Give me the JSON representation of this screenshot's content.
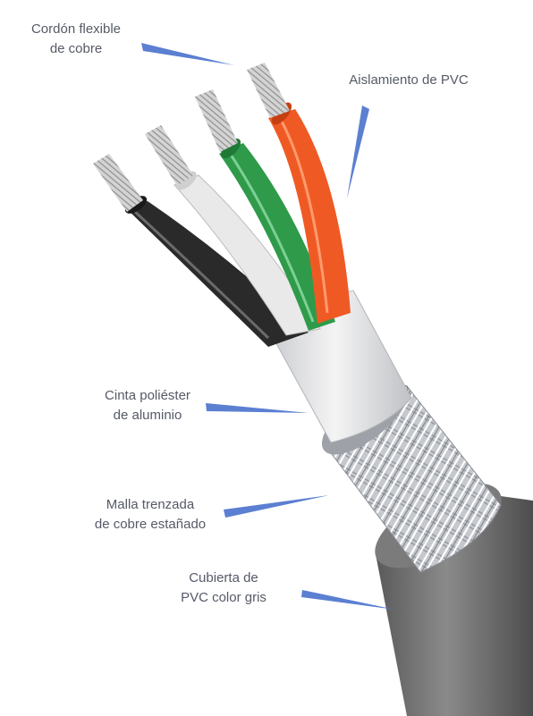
{
  "labels": {
    "copper_cord": {
      "line1": "Cordón flexible",
      "line2": "de cobre"
    },
    "pvc_insulation": {
      "line1": "Aislamiento de PVC"
    },
    "polyester_tape": {
      "line1": "Cinta poliéster",
      "line2": "de aluminio"
    },
    "braid": {
      "line1": "Malla trenzada",
      "line2": "de cobre estañado"
    },
    "jacket": {
      "line1": "Cubierta de",
      "line2": "PVC color gris"
    }
  },
  "colors": {
    "pointer": "#5b7fd1",
    "label_text": "#555a66",
    "jacket": "#6f6f6f",
    "foil": "#d7d8da",
    "braid": "#b9bcc2",
    "wire_black": "#2a2a2a",
    "wire_white": "#e9e9e9",
    "wire_green": "#2e9a4a",
    "wire_red": "#ef5a24",
    "copper": "#c9c9c9"
  }
}
